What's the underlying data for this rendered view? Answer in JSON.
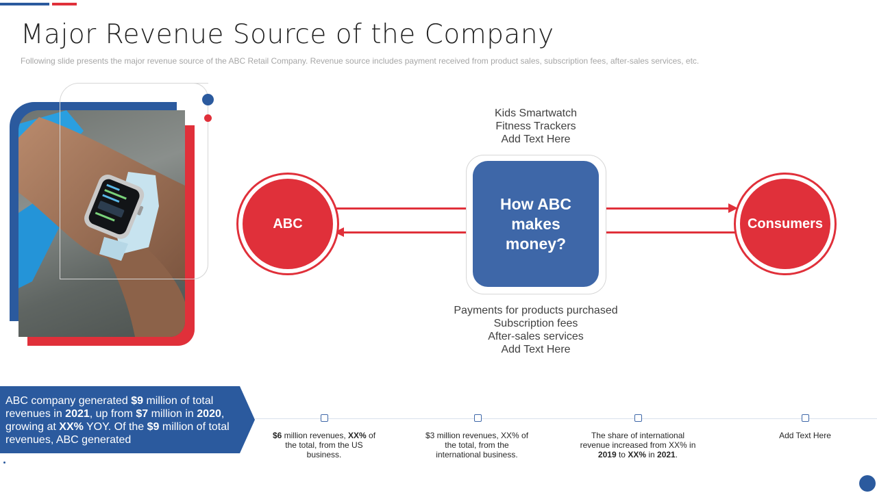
{
  "slide": {
    "title": "Major Revenue Source of the Company",
    "subtitle": "Following slide presents the major revenue source of the ABC Retail Company. Revenue source includes payment received from product sales, subscription fees, after-sales services, etc."
  },
  "diagram": {
    "left_circle": "ABC",
    "center_box": "How ABC makes money?",
    "right_circle": "Consumers",
    "top_items": [
      "Kids Smartwatch",
      "Fitness Trackers",
      "Add Text Here"
    ],
    "bottom_items": [
      "Payments for products purchased",
      "Subscription fees",
      "After-sales services",
      "Add Text Here"
    ]
  },
  "banner": {
    "t1": "ABC company generated ",
    "b1": "$9",
    "t2": " million of total revenues  in ",
    "b2": "2021",
    "t3": ", up from ",
    "b3": "$7",
    "t4": " million in ",
    "b4": "2020",
    "t5": ", growing at ",
    "b5": "XX%",
    "t6": " YOY.  Of the ",
    "b6": "$9",
    "t7": " million of total revenues,  ABC generated"
  },
  "timeline": [
    {
      "a_b": "$6",
      "a": " million revenues, ",
      "b_b": "XX%",
      "b": " of the total,  from the US business."
    },
    {
      "a_b": "",
      "a": "$3 million revenues, XX% of the total,  from the international business.",
      "b_b": "",
      "b": ""
    },
    {
      "a_b": "",
      "a": "The share of international revenue increased from XX% in ",
      "b_b": "2019",
      "b": " to ",
      "c_b": "XX%",
      "c": " in ",
      "d_b": "2021",
      "d": "."
    },
    {
      "a_b": "",
      "a": "Add Text Here",
      "b_b": "",
      "b": ""
    }
  ],
  "colors": {
    "blue": "#2b5a9e",
    "red": "#e0303a",
    "center_blue": "#3e67a8"
  }
}
